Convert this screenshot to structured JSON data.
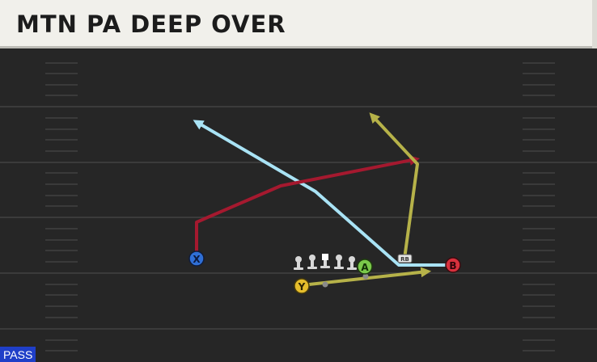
{
  "play": {
    "title": "MTN PA DEEP OVER",
    "mode_label": "PASS"
  },
  "players": {
    "x_label": "X",
    "y_label": "Y",
    "a_label": "A",
    "b_label": "B",
    "rb_label": "RB"
  },
  "colors": {
    "banner_bg": "#f1f0eb",
    "field_bg": "#262626",
    "route_light_blue": "#a9e3f5",
    "route_red": "#a5192f",
    "route_olive": "#b6b249",
    "x_player": "#2f6fd6",
    "y_player": "#e5bd2c",
    "a_player": "#7ac94a",
    "b_player": "#d7313d",
    "mode_tag": "#1f3fc8"
  },
  "icons": {
    "lineman": "lineman-icon",
    "center": "center-icon",
    "arrowhead": "arrowhead-icon"
  }
}
